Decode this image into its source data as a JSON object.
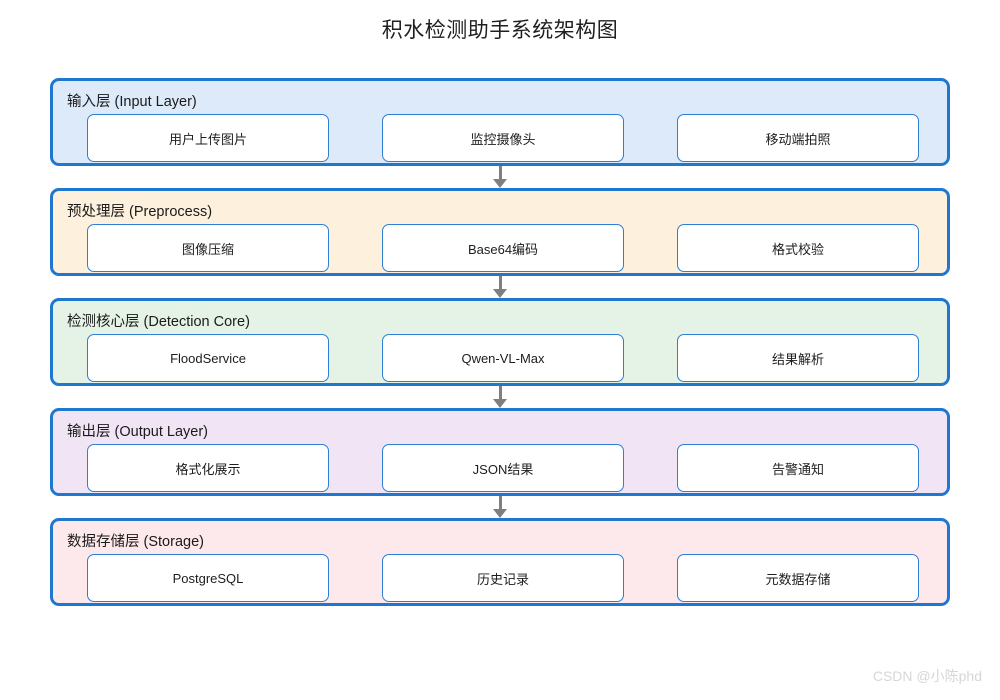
{
  "title": "积水检测助手系统架构图",
  "watermark": "CSDN @小陈phd",
  "colors": {
    "layer_border": "#1f77d0",
    "node_border": "#2d7fd4",
    "arrow": "#7f7f7f",
    "background": "#ffffff",
    "input_fill": "#ddeafa",
    "preprocess_fill": "#fdf0dd",
    "detection_fill": "#e5f2e6",
    "output_fill": "#f1e4f5",
    "storage_fill": "#fde9ec"
  },
  "layers": [
    {
      "label": "输入层 (Input Layer)",
      "nodes": [
        {
          "label": "用户上传图片"
        },
        {
          "label": "监控摄像头"
        },
        {
          "label": "移动端拍照"
        }
      ]
    },
    {
      "label": "预处理层 (Preprocess)",
      "nodes": [
        {
          "label": "图像压缩"
        },
        {
          "label": "Base64编码"
        },
        {
          "label": "格式校验"
        }
      ]
    },
    {
      "label": "检测核心层 (Detection Core)",
      "nodes": [
        {
          "label": "FloodService"
        },
        {
          "label": "Qwen-VL-Max"
        },
        {
          "label": "结果解析"
        }
      ]
    },
    {
      "label": "输出层 (Output Layer)",
      "nodes": [
        {
          "label": "格式化展示"
        },
        {
          "label": "JSON结果"
        },
        {
          "label": "告警通知"
        }
      ]
    },
    {
      "label": "数据存储层 (Storage)",
      "nodes": [
        {
          "label": "PostgreSQL"
        },
        {
          "label": "历史记录"
        },
        {
          "label": "元数据存储"
        }
      ]
    }
  ]
}
